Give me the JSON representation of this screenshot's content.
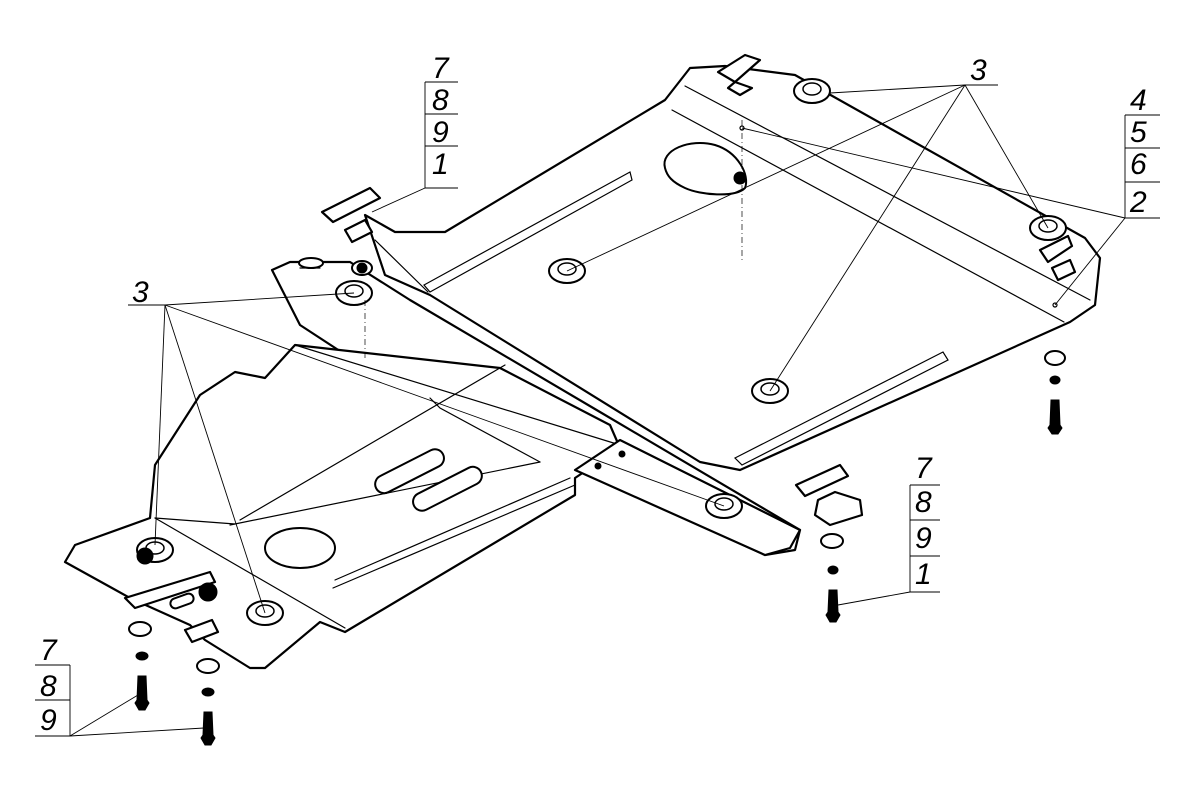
{
  "callouts": {
    "top_left_stack": [
      "7",
      "8",
      "9",
      "1"
    ],
    "top_right_single": "3",
    "right_stack": [
      "4",
      "5",
      "6",
      "2"
    ],
    "left_single": "3",
    "bottom_right_stack": [
      "7",
      "8",
      "9",
      "1"
    ],
    "bottom_left_stack": [
      "7",
      "8",
      "9"
    ]
  },
  "colors": {
    "line": "#000000",
    "background": "#ffffff"
  }
}
